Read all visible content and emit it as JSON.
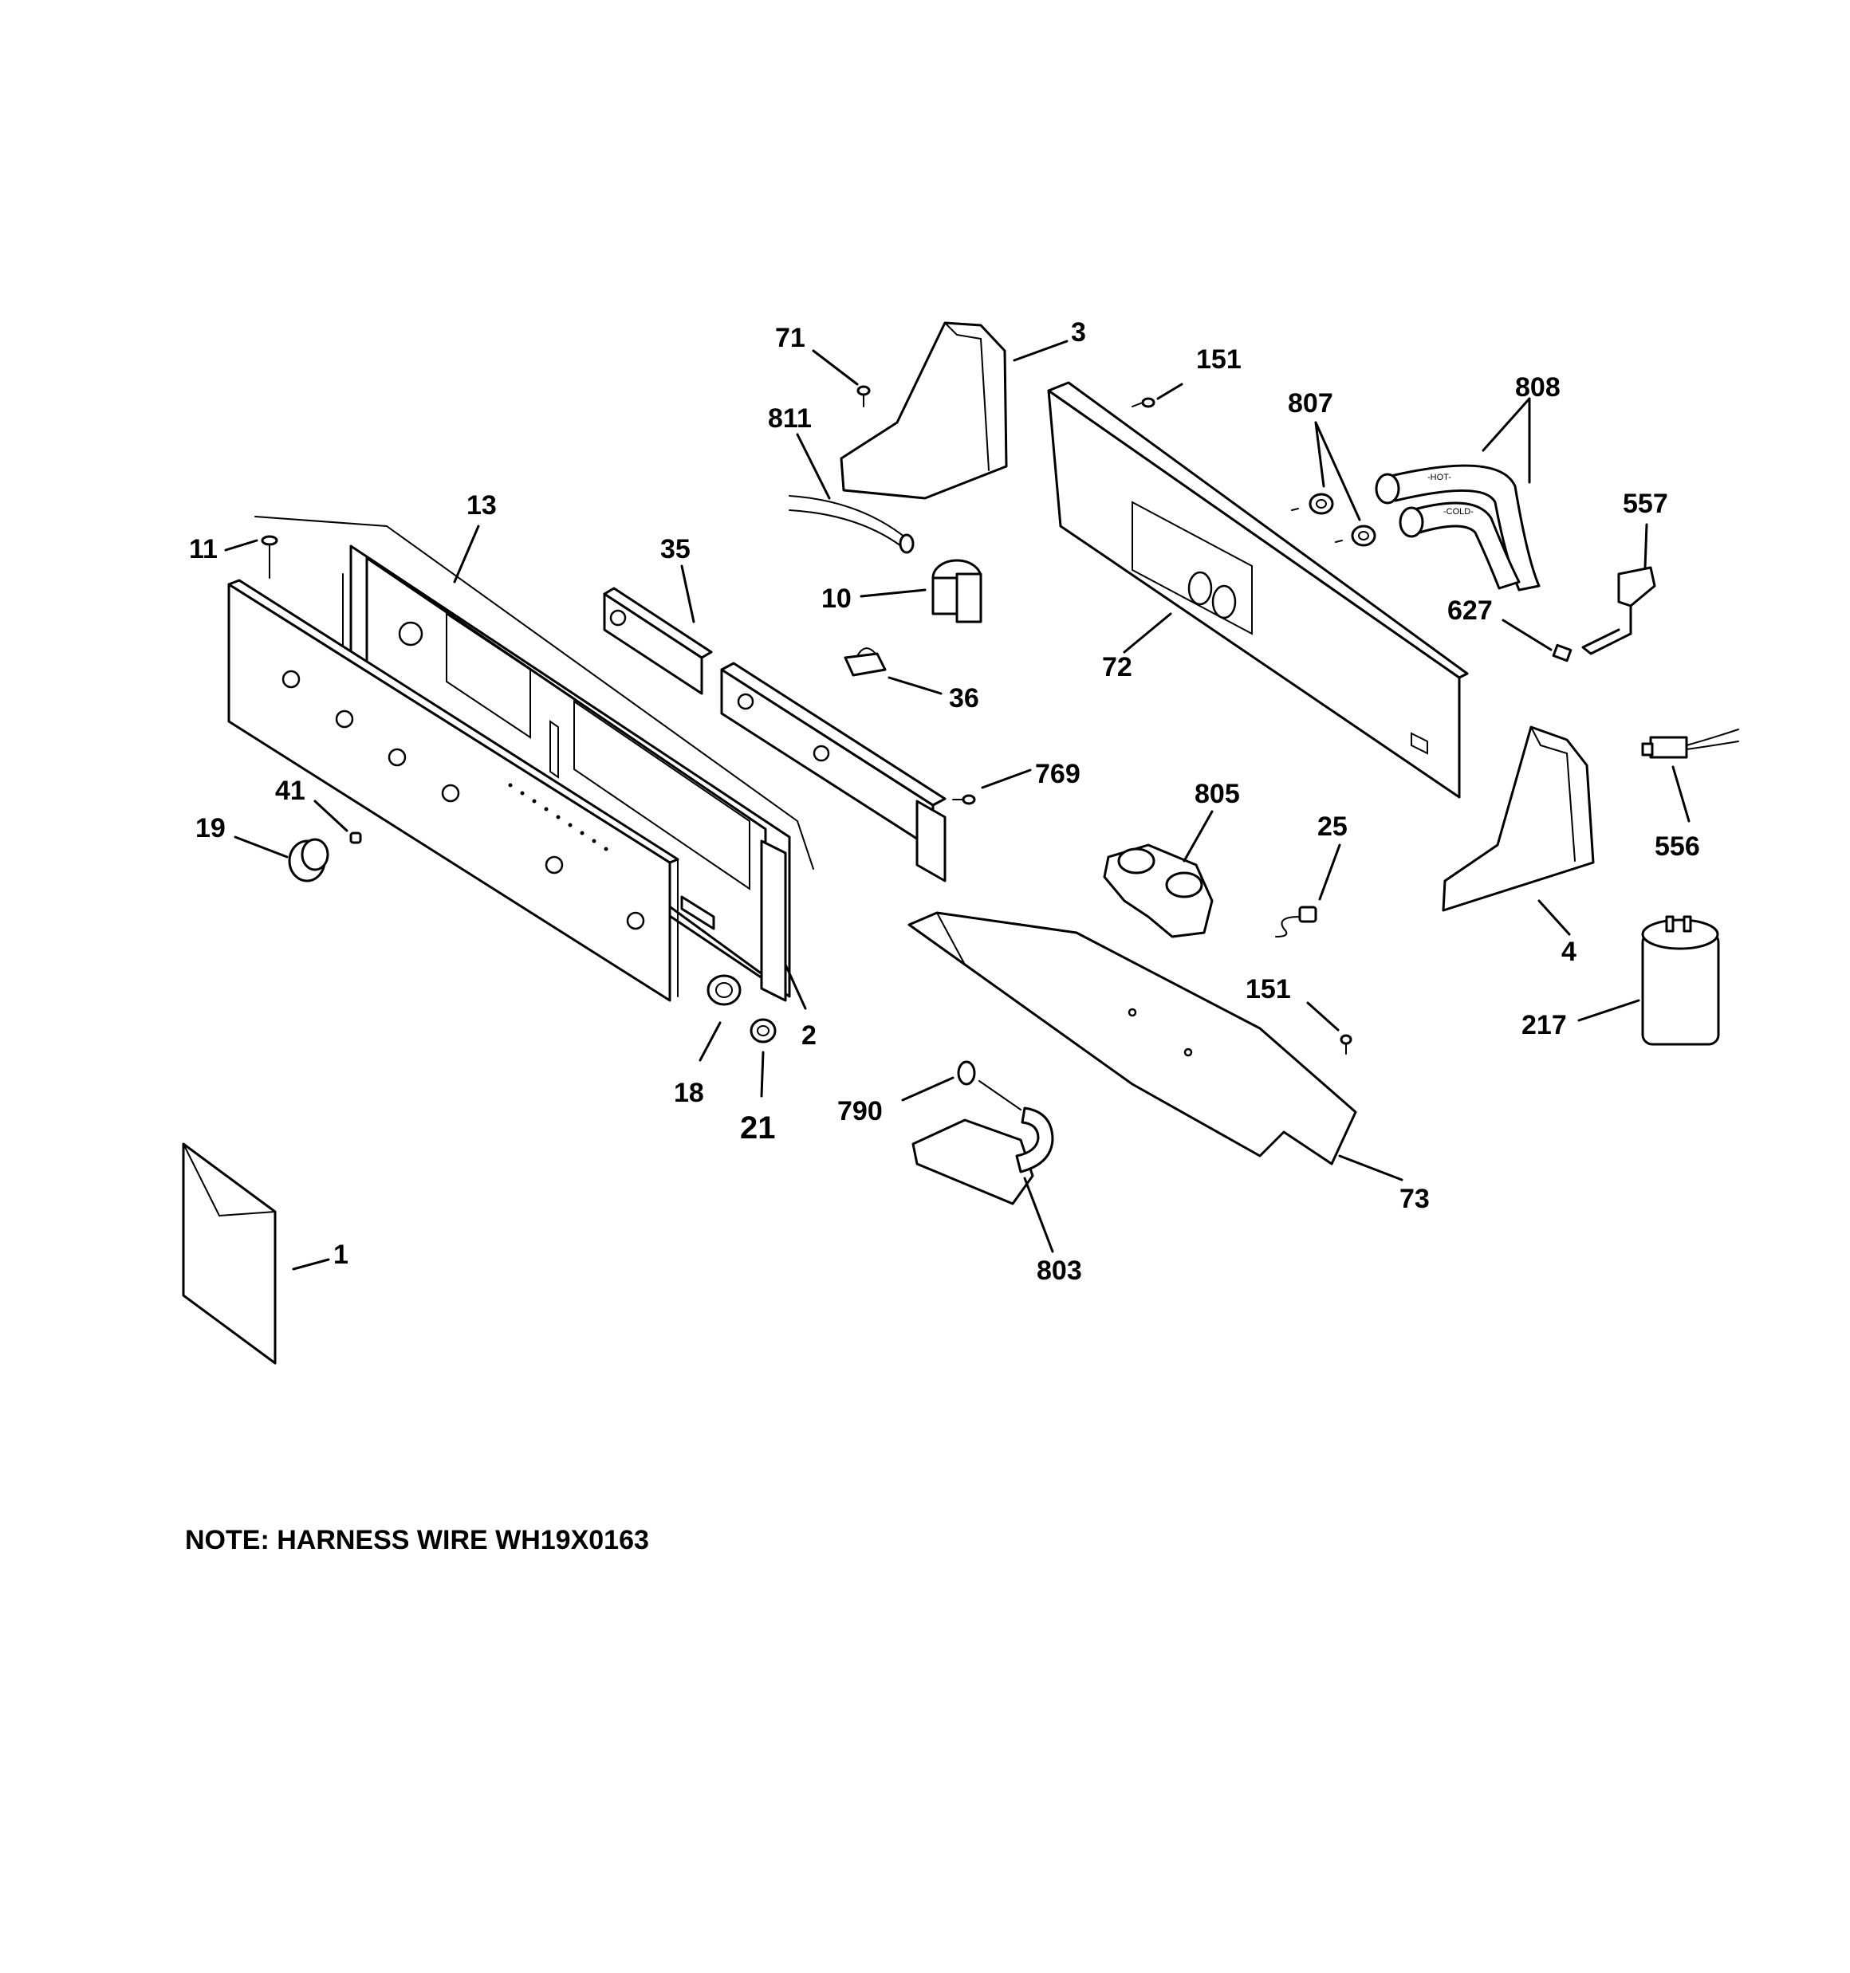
{
  "callouts": {
    "c71": "71",
    "c3": "3",
    "c151a": "151",
    "c807": "807",
    "c808": "808",
    "c811": "811",
    "c13": "13",
    "c11": "11",
    "c35": "35",
    "c10": "10",
    "c557": "557",
    "c627": "627",
    "c72": "72",
    "c36": "36",
    "c769": "769",
    "c41": "41",
    "c19": "19",
    "c805": "805",
    "c25": "25",
    "c556": "556",
    "c4": "4",
    "c151b": "151",
    "c217": "217",
    "c18": "18",
    "c2": "2",
    "c21": "21",
    "c790": "790",
    "c73": "73",
    "c1": "1",
    "c803": "803"
  },
  "hose_labels": {
    "hot": "-HOT-",
    "cold": "-COLD-"
  },
  "note": "NOTE: HARNESS WIRE WH19X0163"
}
